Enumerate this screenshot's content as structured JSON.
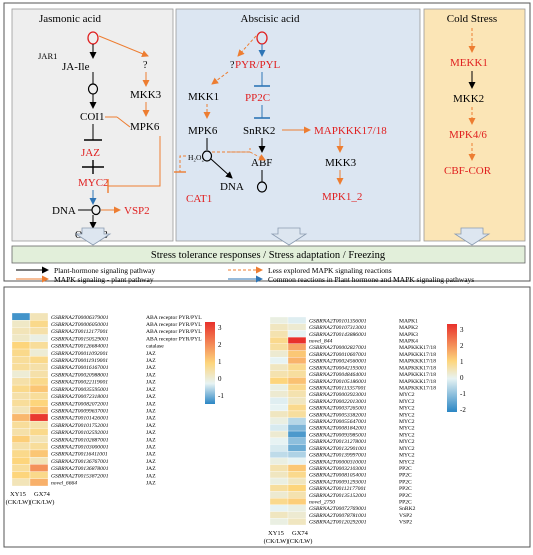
{
  "panel_a": {
    "sections": {
      "jasmonic": "Jasmonic acid",
      "abscisic": "Abscisic acid",
      "cold": "Cold Stress"
    },
    "nodes": {
      "jar1": "JAR1",
      "ja_ile": "JA-Ile",
      "coi1": "COI1",
      "jaz": "JAZ",
      "myc2": "MYC2",
      "dna_left": "DNA",
      "vsp2": "VSP2",
      "orca3": "ORCA3",
      "q_left": "?",
      "mkk3_left": "MKK3",
      "mpk6_left": "MPK6",
      "q_mid": "?",
      "mkk1": "MKK1",
      "mpk6_mid": "MPK6",
      "h2o2": "H₂O₂",
      "cat1": "CAT1",
      "dna_mid": "DNA",
      "pyr_pyl": "PYR/PYL",
      "pp2c": "PP2C",
      "snrk2": "SnRK2",
      "abf": "ABF",
      "mapkkk": "MAPKKK17/18",
      "mkk3_mid": "MKK3",
      "mpk1_2": "MPK1_2",
      "mekk1": "MEKK1",
      "mkk2": "MKK2",
      "mpk4_6": "MPK4/6",
      "cbf_cor": "CBF-COR"
    },
    "banner": "Stress tolerance responses / Stress adaptation / Freezing",
    "legend": [
      {
        "label": "Plant-hormone signaling pathway",
        "style": "solid",
        "color": "#000000"
      },
      {
        "label": "Less explored MAPK signaling reactions",
        "style": "dashed",
        "color": "#ed7d31"
      },
      {
        "label": "MAPK signaling - plant pathway",
        "style": "solid",
        "color": "#ed7d31"
      },
      {
        "label": "Common reactions in Plant hormone and MAPK signaling pathways",
        "style": "solid",
        "color": "#2e75b6"
      }
    ],
    "colors": {
      "jasmonic_bg": "#eeeeee",
      "abscisic_bg": "#dce6f2",
      "cold_bg": "#fbe5b6",
      "banner_bg": "#e2efda",
      "red_text": "#e02020",
      "orange": "#ed7d31",
      "blue": "#2e75b6"
    }
  },
  "heatmaps": [
    {
      "id": "left",
      "scale_ticks": [
        "3",
        "2",
        "1",
        "0",
        "-1"
      ],
      "x_labels": [
        {
          "line1": "XY15",
          "line2": "(CK/LW)"
        },
        {
          "line1": "GX74",
          "line2": "(CK/LW)"
        }
      ],
      "rows": [
        {
          "gene": "GSBRNA2T00006379001",
          "annot": "ABA receptor PYR/PYL",
          "v": [
            -1.2,
            0.6
          ]
        },
        {
          "gene": "GSBRNA2T00006050001",
          "annot": "ABA receptor PYR/PYL",
          "v": [
            0.5,
            0.9
          ]
        },
        {
          "gene": "GSBRNA2T00112177001",
          "annot": "ABA receptor PYR/PYL",
          "v": [
            0.6,
            0.7
          ]
        },
        {
          "gene": "GSBRNA2T00150529001",
          "annot": "ABA receptor PYR/PYL",
          "v": [
            0.5,
            0.3
          ]
        },
        {
          "gene": "GSBRNA2T00126684001",
          "annot": "catalase",
          "v": [
            1.0,
            0.8
          ]
        },
        {
          "gene": "GSBRNA2T00011092001",
          "annot": "JAZ",
          "v": [
            0.9,
            0.4
          ]
        },
        {
          "gene": "GSBRNA2T00011919001",
          "annot": "JAZ",
          "v": [
            0.8,
            0.9
          ]
        },
        {
          "gene": "GSBRNA2T00016167001",
          "annot": "JAZ",
          "v": [
            0.8,
            0.7
          ]
        },
        {
          "gene": "GSBRNA2T00020988001",
          "annot": "JAZ",
          "v": [
            0.4,
            0.7
          ]
        },
        {
          "gene": "GSBRNA2T00022119001",
          "annot": "JAZ",
          "v": [
            0.7,
            0.9
          ]
        },
        {
          "gene": "GSBRNA2T00035595001",
          "annot": "JAZ",
          "v": [
            0.9,
            1.2
          ]
        },
        {
          "gene": "GSBRNA2T00072318001",
          "annot": "JAZ",
          "v": [
            0.7,
            0.8
          ]
        },
        {
          "gene": "GSBRNA2T00082072001",
          "annot": "JAZ",
          "v": [
            0.8,
            1.0
          ]
        },
        {
          "gene": "GSBRNA2T00099637001",
          "annot": "JAZ",
          "v": [
            0.6,
            1.3
          ]
        },
        {
          "gene": "GSBRNA2T00101426001",
          "annot": "JAZ",
          "v": [
            1.4,
            3.1
          ]
        },
        {
          "gene": "GSBRNA2T00101752001",
          "annot": "JAZ",
          "v": [
            0.8,
            0.7
          ]
        },
        {
          "gene": "GSBRNA2T00102592001",
          "annot": "JAZ",
          "v": [
            0.7,
            0.9
          ]
        },
        {
          "gene": "GSBRNA2T00102887001",
          "annot": "JAZ",
          "v": [
            1.1,
            0.6
          ]
        },
        {
          "gene": "GSBRNA2T00103000001",
          "annot": "JAZ",
          "v": [
            0.7,
            0.8
          ]
        },
        {
          "gene": "GSBRNA2T00116411001",
          "annot": "JAZ",
          "v": [
            0.9,
            1.2
          ]
        },
        {
          "gene": "GSBRNA2T00136767001",
          "annot": "JAZ",
          "v": [
            1.0,
            0.6
          ]
        },
        {
          "gene": "GSBRNA2T00136878001",
          "annot": "JAZ",
          "v": [
            0.8,
            1.9
          ]
        },
        {
          "gene": "GSBRNA2T00153872001",
          "annot": "JAZ",
          "v": [
            1.0,
            0.9
          ]
        },
        {
          "gene": "novel_6664",
          "annot": "JAZ",
          "v": [
            0.6,
            1.5
          ]
        }
      ]
    },
    {
      "id": "right",
      "scale_ticks": [
        "3",
        "2",
        "1",
        "0",
        "-1",
        "-2"
      ],
      "x_labels": [
        {
          "line1": "XY15",
          "line2": "(CK/LW)"
        },
        {
          "line1": "GX74",
          "line2": "(CK/LW)"
        }
      ],
      "rows": [
        {
          "gene": "GSBRNA2T00101356001",
          "annot": "MAPK1",
          "v": [
            0.4,
            0.2
          ]
        },
        {
          "gene": "GSBRNA2T00107313001",
          "annot": "MAPK2",
          "v": [
            0.6,
            0.5
          ]
        },
        {
          "gene": "GSBRNA2T00143886001",
          "annot": "MAPK3",
          "v": [
            0.7,
            0.3
          ]
        },
        {
          "gene": "novel_844",
          "annot": "MAPK4",
          "v": [
            0.9,
            3.4
          ]
        },
        {
          "gene": "GSBRNA2T00002827001",
          "annot": "MAPKKK17/18",
          "v": [
            0.8,
            1.7
          ]
        },
        {
          "gene": "GSBRNA2T00010607001",
          "annot": "MAPKKK17/18",
          "v": [
            0.5,
            1.2
          ]
        },
        {
          "gene": "GSBRNA2T00024560001",
          "annot": "MAPKKK17/18",
          "v": [
            0.3,
            1.5
          ]
        },
        {
          "gene": "GSBRNA2T00042193001",
          "annot": "MAPKKK17/18",
          "v": [
            0.6,
            0.9
          ]
        },
        {
          "gene": "GSBRNA2T00048464001",
          "annot": "MAPKKK17/18",
          "v": [
            0.7,
            0.8
          ]
        },
        {
          "gene": "GSBRNA2T00105186001",
          "annot": "MAPKKK17/18",
          "v": [
            1.0,
            1.3
          ]
        },
        {
          "gene": "GSBRNA2T00113357001",
          "annot": "MAPKKK17/18",
          "v": [
            0.4,
            0.9
          ]
        },
        {
          "gene": "GSBRNA2T00003923001",
          "annot": "MYC2",
          "v": [
            0.5,
            0.7
          ]
        },
        {
          "gene": "GSBRNA2T00022013001",
          "annot": "MYC2",
          "v": [
            0.2,
            0.6
          ]
        },
        {
          "gene": "GSBRNA2T00037265001",
          "annot": "MYC2",
          "v": [
            0.3,
            0.9
          ]
        },
        {
          "gene": "GSBRNA2T00053382001",
          "annot": "MYC2",
          "v": [
            0.6,
            0.8
          ]
        },
        {
          "gene": "GSBRNA2T00055647001",
          "annot": "MYC2",
          "v": [
            0.4,
            -0.3
          ]
        },
        {
          "gene": "GSBRNA2T00081842001",
          "annot": "MYC2",
          "v": [
            0.1,
            -1.0
          ]
        },
        {
          "gene": "GSBRNA2T00093985001",
          "annot": "MYC2",
          "v": [
            0.5,
            -1.6
          ]
        },
        {
          "gene": "GSBRNA2T00131278001",
          "annot": "MYC2",
          "v": [
            0.3,
            -0.8
          ]
        },
        {
          "gene": "GSBRNA2T00132901001",
          "annot": "MYC2",
          "v": [
            0.1,
            -1.2
          ]
        },
        {
          "gene": "GSBRNA2T00139997001",
          "annot": "MYC2",
          "v": [
            -0.2,
            -0.4
          ]
        },
        {
          "gene": "GSBRNA2T00000310001",
          "annot": "MYC2",
          "v": [
            0.4,
            0.3
          ]
        },
        {
          "gene": "GSBRNA2T00032103001",
          "annot": "PP2C",
          "v": [
            0.7,
            1.2
          ]
        },
        {
          "gene": "GSBRNA2T00081054001",
          "annot": "PP2C",
          "v": [
            0.6,
            0.9
          ]
        },
        {
          "gene": "GSBRNA2T00091293001",
          "annot": "PP2C",
          "v": [
            0.4,
            0.6
          ]
        },
        {
          "gene": "GSBRNA2T00112177001",
          "annot": "PP2C",
          "v": [
            0.8,
            1.0
          ]
        },
        {
          "gene": "GSBRNA2T00135152001",
          "annot": "PP2C",
          "v": [
            0.5,
            0.7
          ]
        },
        {
          "gene": "novel_2750",
          "annot": "PP2C",
          "v": [
            0.9,
            1.1
          ]
        },
        {
          "gene": "GSBRNA2T00072769001",
          "annot": "SnRK2",
          "v": [
            0.3,
            0.4
          ]
        },
        {
          "gene": "GSBRNA2T00078781001",
          "annot": "VSP2",
          "v": [
            0.6,
            0.5
          ]
        },
        {
          "gene": "GSBRNA2T00120292001",
          "annot": "VSP2",
          "v": [
            0.4,
            0.6
          ]
        }
      ]
    }
  ]
}
